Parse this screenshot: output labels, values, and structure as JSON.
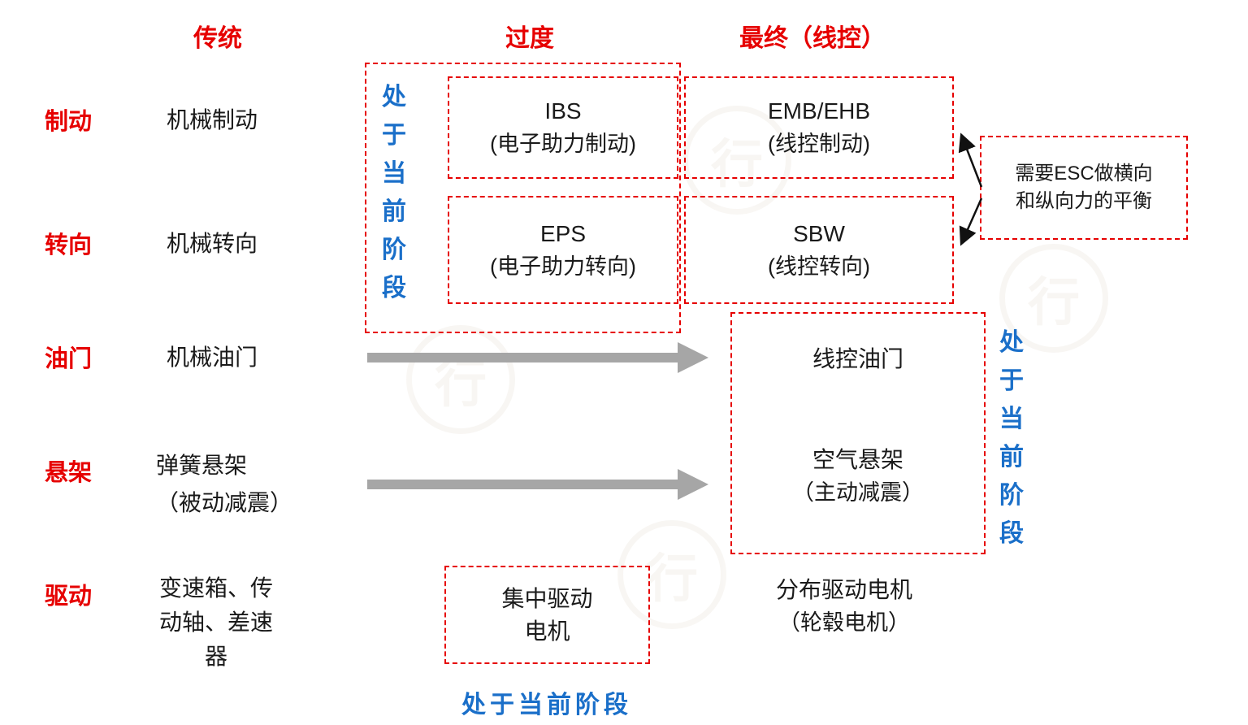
{
  "columns": {
    "traditional": "传统",
    "transition": "过度",
    "final": "最终（线控）"
  },
  "rows": {
    "braking": {
      "label": "制动",
      "traditional": "机械制动"
    },
    "steering": {
      "label": "转向",
      "traditional": "机械转向"
    },
    "throttle": {
      "label": "油门",
      "traditional": "机械油门"
    },
    "suspension": {
      "label": "悬架",
      "traditional_line1": "弹簧悬架",
      "traditional_line2": "（被动减震）"
    },
    "drive": {
      "label": "驱动",
      "traditional": "变速箱、传动轴、差速器"
    }
  },
  "boxes": {
    "ibs": {
      "title": "IBS",
      "subtitle": "(电子助力制动)"
    },
    "emb": {
      "title": "EMB/EHB",
      "subtitle": "(线控制动)"
    },
    "eps": {
      "title": "EPS",
      "subtitle": "(电子助力转向)"
    },
    "sbw": {
      "title": "SBW",
      "subtitle": "(线控转向)"
    },
    "throttle_final": {
      "title": "线控油门"
    },
    "suspension_final": {
      "title": "空气悬架",
      "subtitle": "（主动减震）"
    },
    "central_motor": {
      "line1": "集中驱动",
      "line2": "电机"
    },
    "distributed_motor": {
      "title": "分布驱动电机",
      "subtitle": "（轮毂电机）"
    }
  },
  "annotations": {
    "stage_left": "处于当前阶段",
    "stage_right": "处于当前阶段",
    "stage_bottom": "处于当前阶段",
    "esc_line1": "需要ESC做横向",
    "esc_line2": "和纵向力的平衡"
  },
  "watermark": "行",
  "colors": {
    "red": "#e60000",
    "blue": "#1a6fc9",
    "black": "#1a1a1a",
    "gray_arrow": "#a6a6a6"
  }
}
